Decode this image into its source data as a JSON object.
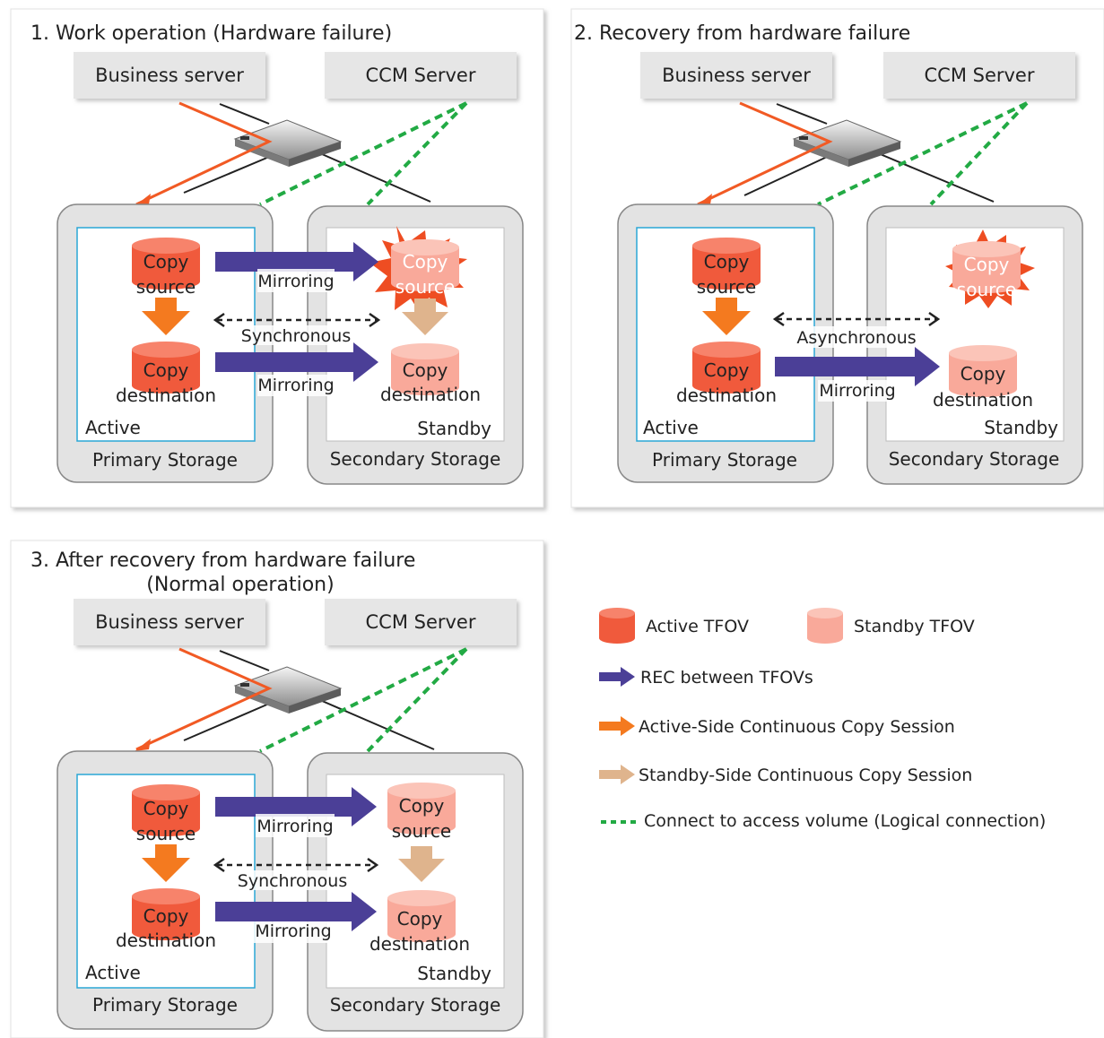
{
  "panels": [
    {
      "title": "1. Work operation (Hardware failure)",
      "business_server": "Business server",
      "ccm_server": "CCM Server",
      "primary_storage": "Primary Storage",
      "secondary_storage": "Secondary Storage",
      "active": "Active",
      "standby": "Standby",
      "primary_source": [
        "Copy",
        "source"
      ],
      "primary_dest": [
        "Copy",
        "destination"
      ],
      "secondary_source": [
        "Copy",
        "source"
      ],
      "secondary_dest": [
        "Copy",
        "destination"
      ],
      "mirroring_top": "Mirroring",
      "mirroring_bottom": "Mirroring",
      "sync_label": "Synchronous"
    },
    {
      "title": "2. Recovery from hardware failure",
      "business_server": "Business server",
      "ccm_server": "CCM Server",
      "primary_storage": "Primary Storage",
      "secondary_storage": "Secondary Storage",
      "active": "Active",
      "standby": "Standby",
      "primary_source": [
        "Copy",
        "source"
      ],
      "primary_dest": [
        "Copy",
        "destination"
      ],
      "secondary_source": [
        "Copy",
        "source"
      ],
      "secondary_dest": [
        "Copy",
        "destination"
      ],
      "mirroring_bottom": "Mirroring",
      "sync_label": "Asynchronous"
    },
    {
      "title_line1": "3. After recovery from hardware failure",
      "title_line2": "(Normal operation)",
      "business_server": "Business server",
      "ccm_server": "CCM Server",
      "primary_storage": "Primary Storage",
      "secondary_storage": "Secondary Storage",
      "active": "Active",
      "standby": "Standby",
      "primary_source": [
        "Copy",
        "source"
      ],
      "primary_dest": [
        "Copy",
        "destination"
      ],
      "secondary_source": [
        "Copy",
        "source"
      ],
      "secondary_dest": [
        "Copy",
        "destination"
      ],
      "mirroring_top": "Mirroring",
      "mirroring_bottom": "Mirroring",
      "sync_label": "Synchronous"
    }
  ],
  "legend": {
    "active_tfov": "Active TFOV",
    "standby_tfov": "Standby TFOV",
    "rec": "REC between TFOVs",
    "active_side": "Active-Side Continuous Copy Session",
    "standby_side": "Standby-Side Continuous Copy Session",
    "connect": "Connect to access volume (Logical connection)"
  },
  "colors": {
    "active_volume": "#f05a3c",
    "standby_volume": "#f9a99a",
    "rec_arrow": "#4b3f97",
    "active_session": "#f47a1f",
    "standby_session": "#dfb48d",
    "logical_connection": "#22aa44",
    "failure_burst": "#ee4d22"
  }
}
